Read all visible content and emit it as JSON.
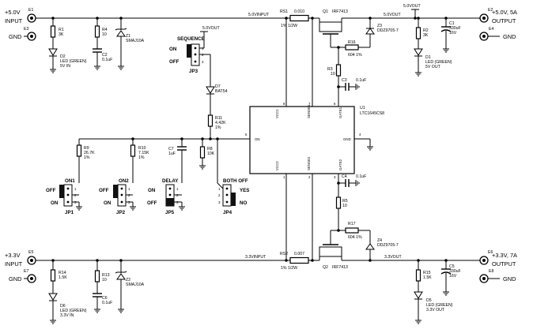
{
  "terminals": {
    "e1": {
      "ref": "E1",
      "label": "+5.0V",
      "sub": "INPUT"
    },
    "e3": {
      "ref": "E3",
      "label": "GND"
    },
    "e5": {
      "ref": "E5",
      "label": "+3.3V",
      "sub": "INPUT"
    },
    "e7": {
      "ref": "E7",
      "label": "GND"
    },
    "e2": {
      "ref": "E2",
      "label": "+5.0V, 5A",
      "sub": "OUTPUT"
    },
    "e4": {
      "ref": "E4",
      "label": "GND"
    },
    "e6": {
      "ref": "E6",
      "label": "+3.3V, 7A",
      "sub": "OUTPUT"
    },
    "e8": {
      "ref": "E8",
      "label": "GND"
    }
  },
  "nets": {
    "v5_in": "5.0VINPUT",
    "v5_out": "5.0VOUT",
    "v5_out_top": "5.0VOUT",
    "v33_in": "3.3VINPUT",
    "v33_out": "3.3VOUT"
  },
  "components": {
    "r1": {
      "ref": "R1",
      "value": "3K"
    },
    "r4": {
      "ref": "R4",
      "value": "10"
    },
    "z1": {
      "ref": "Z1",
      "value": "SMAJ10A"
    },
    "c2": {
      "ref": "C2",
      "value": "0.1uF"
    },
    "d2": {
      "ref": "D2",
      "value": "LED (GREEN)",
      "value2": "5V IN"
    },
    "rs1": {
      "ref": "RS1",
      "value": "0.010",
      "value2": "1%  1/2W"
    },
    "q1": {
      "ref": "Q1",
      "value": "IRF7413"
    },
    "z3": {
      "ref": "Z3",
      "value": "DDZ9705-7"
    },
    "r16": {
      "ref": "R16",
      "value": "604  1%"
    },
    "r3": {
      "ref": "R3",
      "value": "10"
    },
    "c3": {
      "ref": "C3",
      "value": "0.1uF"
    },
    "r2": {
      "ref": "R2",
      "value": "3K"
    },
    "c1": {
      "ref": "C1",
      "value": "330uF",
      "value2": "16V"
    },
    "d1": {
      "ref": "D1",
      "value": "LED (GREEN)",
      "value2": "5V OUT"
    },
    "d7": {
      "ref": "D7",
      "value": "BAT54"
    },
    "r11": {
      "ref": "R11",
      "value": "4.42K",
      "value2": "1%"
    },
    "r9": {
      "ref": "R9",
      "value": "26.7K",
      "value2": "1%"
    },
    "r10": {
      "ref": "R10",
      "value": "7.15K",
      "value2": "1%"
    },
    "c7": {
      "ref": "C7",
      "value": "1uF"
    },
    "r8": {
      "ref": "R8",
      "value": "10K"
    },
    "u1": {
      "ref": "U1",
      "value": "LTC1645CS8"
    },
    "c4": {
      "ref": "C4",
      "value": "0.1uF"
    },
    "r5": {
      "ref": "R5",
      "value": "10"
    },
    "r17": {
      "ref": "R17",
      "value": "604  1%"
    },
    "z4": {
      "ref": "Z4",
      "value": "DDZ9705-7"
    },
    "rs2": {
      "ref": "RS2",
      "value": "0.007",
      "value2": "1%  1/2W"
    },
    "q2": {
      "ref": "Q2",
      "value": "IRF7413"
    },
    "r14": {
      "ref": "R14",
      "value": "1.5K"
    },
    "r13": {
      "ref": "R13",
      "value": "10"
    },
    "z2": {
      "ref": "Z2",
      "value": "SMAJ10A"
    },
    "c6": {
      "ref": "C6",
      "value": "0.1uF"
    },
    "d6": {
      "ref": "D6",
      "value": "LED (GREEN)",
      "value2": "3.3V IN"
    },
    "r15": {
      "ref": "R15",
      "value": "1.5K"
    },
    "c5": {
      "ref": "C5",
      "value": "330uF",
      "value2": "16V"
    },
    "d5": {
      "ref": "D5",
      "value": "LED (GREEN)",
      "value2": "3.3V OUT"
    }
  },
  "ic_pins": {
    "vcc1": "VCC1",
    "sense1": "SENSE1",
    "gate1": "GATE1",
    "on": "ON",
    "gnd": "GND",
    "vcc2": "VCC2",
    "sense2": "SENSE2",
    "gate2": "GATE2",
    "p1": "1",
    "p2": "2",
    "p3": "3",
    "p4": "4",
    "p5": "5",
    "p6": "6",
    "p7": "7",
    "p8": "8"
  },
  "jumpers": {
    "jp3": {
      "ref": "JP3",
      "title": "SEQUENCE",
      "opt_on": "ON",
      "opt_off": "OFF"
    },
    "jp1": {
      "ref": "JP1",
      "title": "ON1",
      "opt_off": "OFF",
      "opt_on": "ON"
    },
    "jp2": {
      "ref": "JP2",
      "title": "ON2",
      "opt_off": "OFF",
      "opt_on": "ON"
    },
    "jp5": {
      "ref": "JP5",
      "title": "DELAY",
      "opt_on": "ON",
      "opt_off": "OFF"
    },
    "jp4": {
      "ref": "JP4",
      "title": "BOTH OFF",
      "opt_yes": "YES",
      "opt_no": "NO"
    }
  },
  "jumper_pins": {
    "p1": "1",
    "p2": "2",
    "p3": "3"
  }
}
